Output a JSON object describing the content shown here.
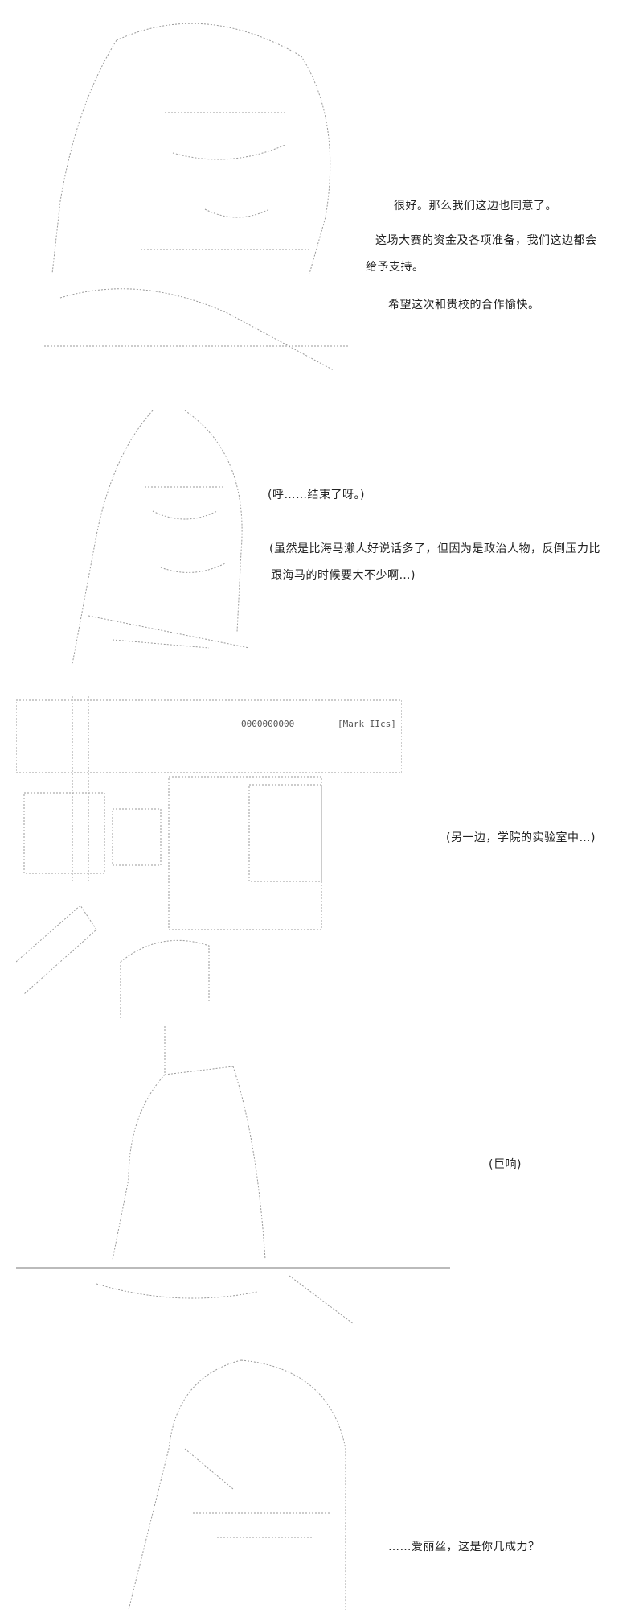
{
  "panels": [
    {
      "lines": [
        "很好。那么我们这边也同意了。",
        "这场大赛的资金及各项准备，我们这边都会",
        "给予支持。",
        "希望这次和贵校的合作愉快。"
      ]
    },
    {
      "lines": [
        "(呼……结束了呀。)",
        "(虽然是比海马濑人好说话多了，但因为是政治人物，反倒压力比",
        "跟海马的时候要大不少啊…)"
      ]
    },
    {
      "lines": [
        "(另一边，学院的实验室中…)"
      ],
      "art_labels": [
        "0000000000",
        "[Mark IIcs]"
      ]
    },
    {
      "lines": [
        "(巨响)"
      ]
    },
    {
      "lines": [
        "……爱丽丝，这是你几成力？"
      ]
    }
  ]
}
